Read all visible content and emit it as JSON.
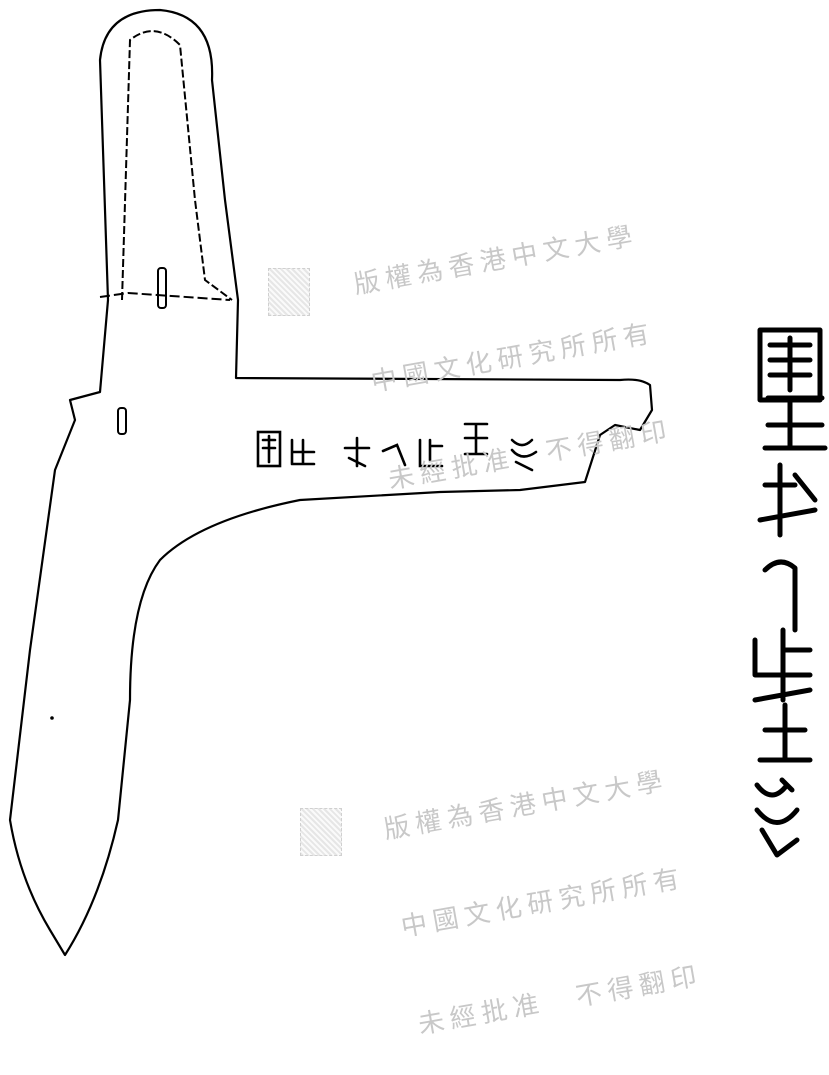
{
  "watermark": {
    "line1": "版權為香港中文大學",
    "line2": "中國文化研究所所有",
    "line3": "未經批准　不得翻印"
  },
  "inscription": {
    "characters": [
      "(glyph)",
      "(glyph)",
      "(glyph)",
      "(glyph)",
      "(glyph)"
    ]
  },
  "colors": {
    "ink": "#000000",
    "watermark": "#c8c8c8"
  }
}
